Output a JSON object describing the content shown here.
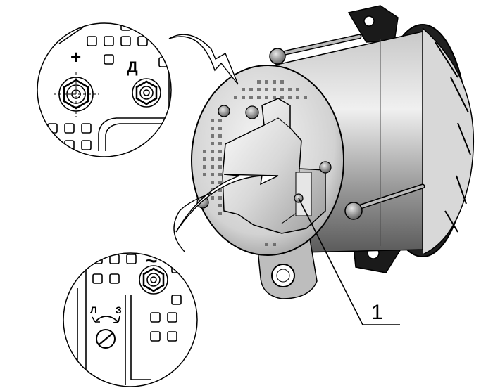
{
  "callout_top": {
    "plus_label": "+",
    "d_label": "Д"
  },
  "callout_bottom": {
    "tilde_label": "~",
    "l_label": "Л",
    "z_label": "З"
  },
  "leader": {
    "number": "1"
  },
  "colors": {
    "line": "#000000",
    "body_dark": "#1e1e1e",
    "body_mid": "#8a8a8a",
    "body_light": "#d9d9d9",
    "background": "#ffffff"
  }
}
